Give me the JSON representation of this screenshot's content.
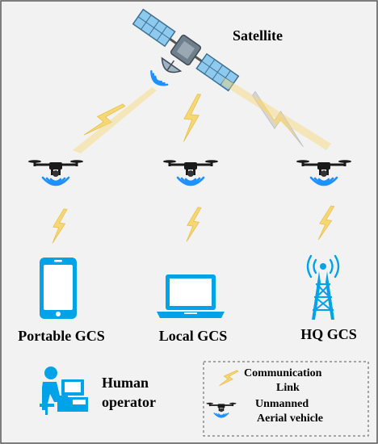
{
  "title": "Satellite",
  "nodes": {
    "portable": {
      "label": "Portable GCS"
    },
    "local": {
      "label": "Local GCS"
    },
    "hq": {
      "label": "HQ GCS"
    }
  },
  "operator": {
    "line1": "Human",
    "line2": "operator"
  },
  "legend": {
    "link_line1": "Communication",
    "link_line2": "Link",
    "uav_line1": "Unmanned",
    "uav_line2": "Aerial vehicle"
  },
  "colors": {
    "background": "#f2f2f2",
    "device_blue": "#00a2e8",
    "wave_blue": "#1e90ff",
    "link_yellow": "#f7d774",
    "link_gray": "#c9c9c9",
    "satellite_panel": "#8ec9ee",
    "drone_dark": "#1a1a1a"
  }
}
